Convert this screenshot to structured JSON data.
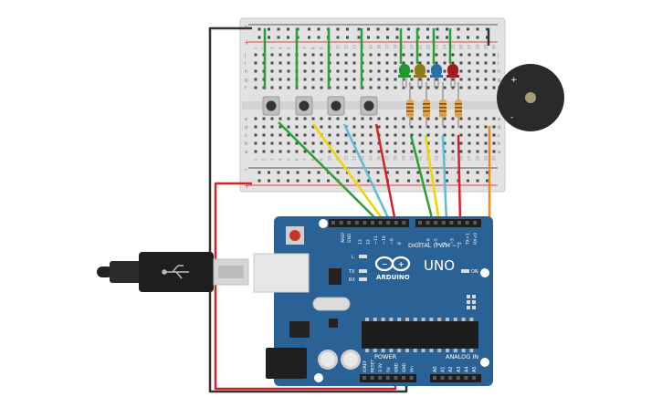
{
  "board": {
    "brand": "ARDUINO",
    "model": "UNO",
    "aref": "AREF",
    "gnd": "GND",
    "digital_label": "DIGITAL (PWM ~)",
    "analog_label": "ANALOG IN",
    "power_label": "POWER",
    "on_label": "ON",
    "led_l": "L",
    "led_tx": "TX",
    "led_rx": "RX",
    "digital_pins": [
      "13",
      "12",
      "~11",
      "~10",
      "~9",
      "8",
      "7",
      "~6",
      "~5",
      "4",
      "~3",
      "2",
      "TX>1",
      "RX<0"
    ],
    "power_pins": [
      "IOREF",
      "RESET",
      "3.3V",
      "5V",
      "GND",
      "GND",
      "Vin"
    ],
    "analog_pins": [
      "A0",
      "A1",
      "A2",
      "A3",
      "A4",
      "A5"
    ]
  },
  "breadboard": {
    "row_letters_top": [
      "j",
      "i",
      "h",
      "g",
      "f"
    ],
    "row_letters_bottom": [
      "e",
      "d",
      "c",
      "b",
      "a"
    ],
    "column_numbers": [
      "1",
      "2",
      "3",
      "4",
      "5",
      "6",
      "7",
      "8",
      "9",
      "10",
      "11",
      "12",
      "13",
      "14",
      "15",
      "16",
      "17",
      "18",
      "19",
      "20",
      "21",
      "22",
      "23",
      "24",
      "25",
      "26",
      "27",
      "28",
      "29",
      "30"
    ],
    "rail_plus": "+",
    "rail_minus": "-"
  },
  "components": {
    "leds": [
      {
        "color": "green",
        "hex": "#1c9a2e"
      },
      {
        "color": "yellow",
        "hex": "#8c7a1a"
      },
      {
        "color": "blue",
        "hex": "#2a6fa8"
      },
      {
        "color": "red",
        "hex": "#a01c1c"
      }
    ],
    "pushbutton_count": 4,
    "resistor_count": 4,
    "buzzer_plus": "+",
    "buzzer_minus": "-"
  },
  "wire_colors": {
    "green": "#2aa036",
    "yellow": "#f2d400",
    "cyan": "#5bbdd6",
    "red": "#d8202a",
    "orange": "#f08a1c",
    "black": "#333333"
  },
  "colors": {
    "board_blue": "#2b6296",
    "breadboard": "#e3e3e3",
    "rail_red": "#d64545",
    "rail_dark": "#555555"
  }
}
